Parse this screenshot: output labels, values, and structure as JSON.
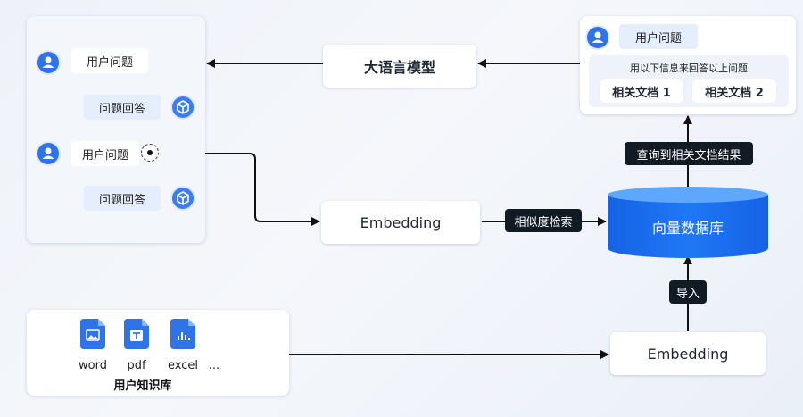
{
  "chat_panel": {
    "question_1": "用户问题",
    "answer_1": "问题回答",
    "question_2": "用户问题",
    "answer_2": "问题回答"
  },
  "llm_box": "大语言模型",
  "embedding_top": "Embedding",
  "embedding_bottom": "Embedding",
  "similarity_tag": "相似度检索",
  "query_result_tag": "查询到相关文档结果",
  "import_tag": "导入",
  "vector_db": "向量数据库",
  "prompt_card": {
    "question": "用户问题",
    "instruction": "用以下信息来回答以上问题",
    "doc_1": "相关文档 1",
    "doc_2": "相关文档 2"
  },
  "knowledge_base": {
    "title": "用户知识库",
    "files": [
      {
        "label": "word",
        "icon": "image-file-icon"
      },
      {
        "label": "pdf",
        "icon": "text-file-icon"
      },
      {
        "label": "excel",
        "icon": "chart-file-icon"
      }
    ],
    "more": "..."
  },
  "colors": {
    "accent_blue": "#2f73e8",
    "db_blue": "#1a6ff0",
    "tag_dark": "#121a24"
  }
}
